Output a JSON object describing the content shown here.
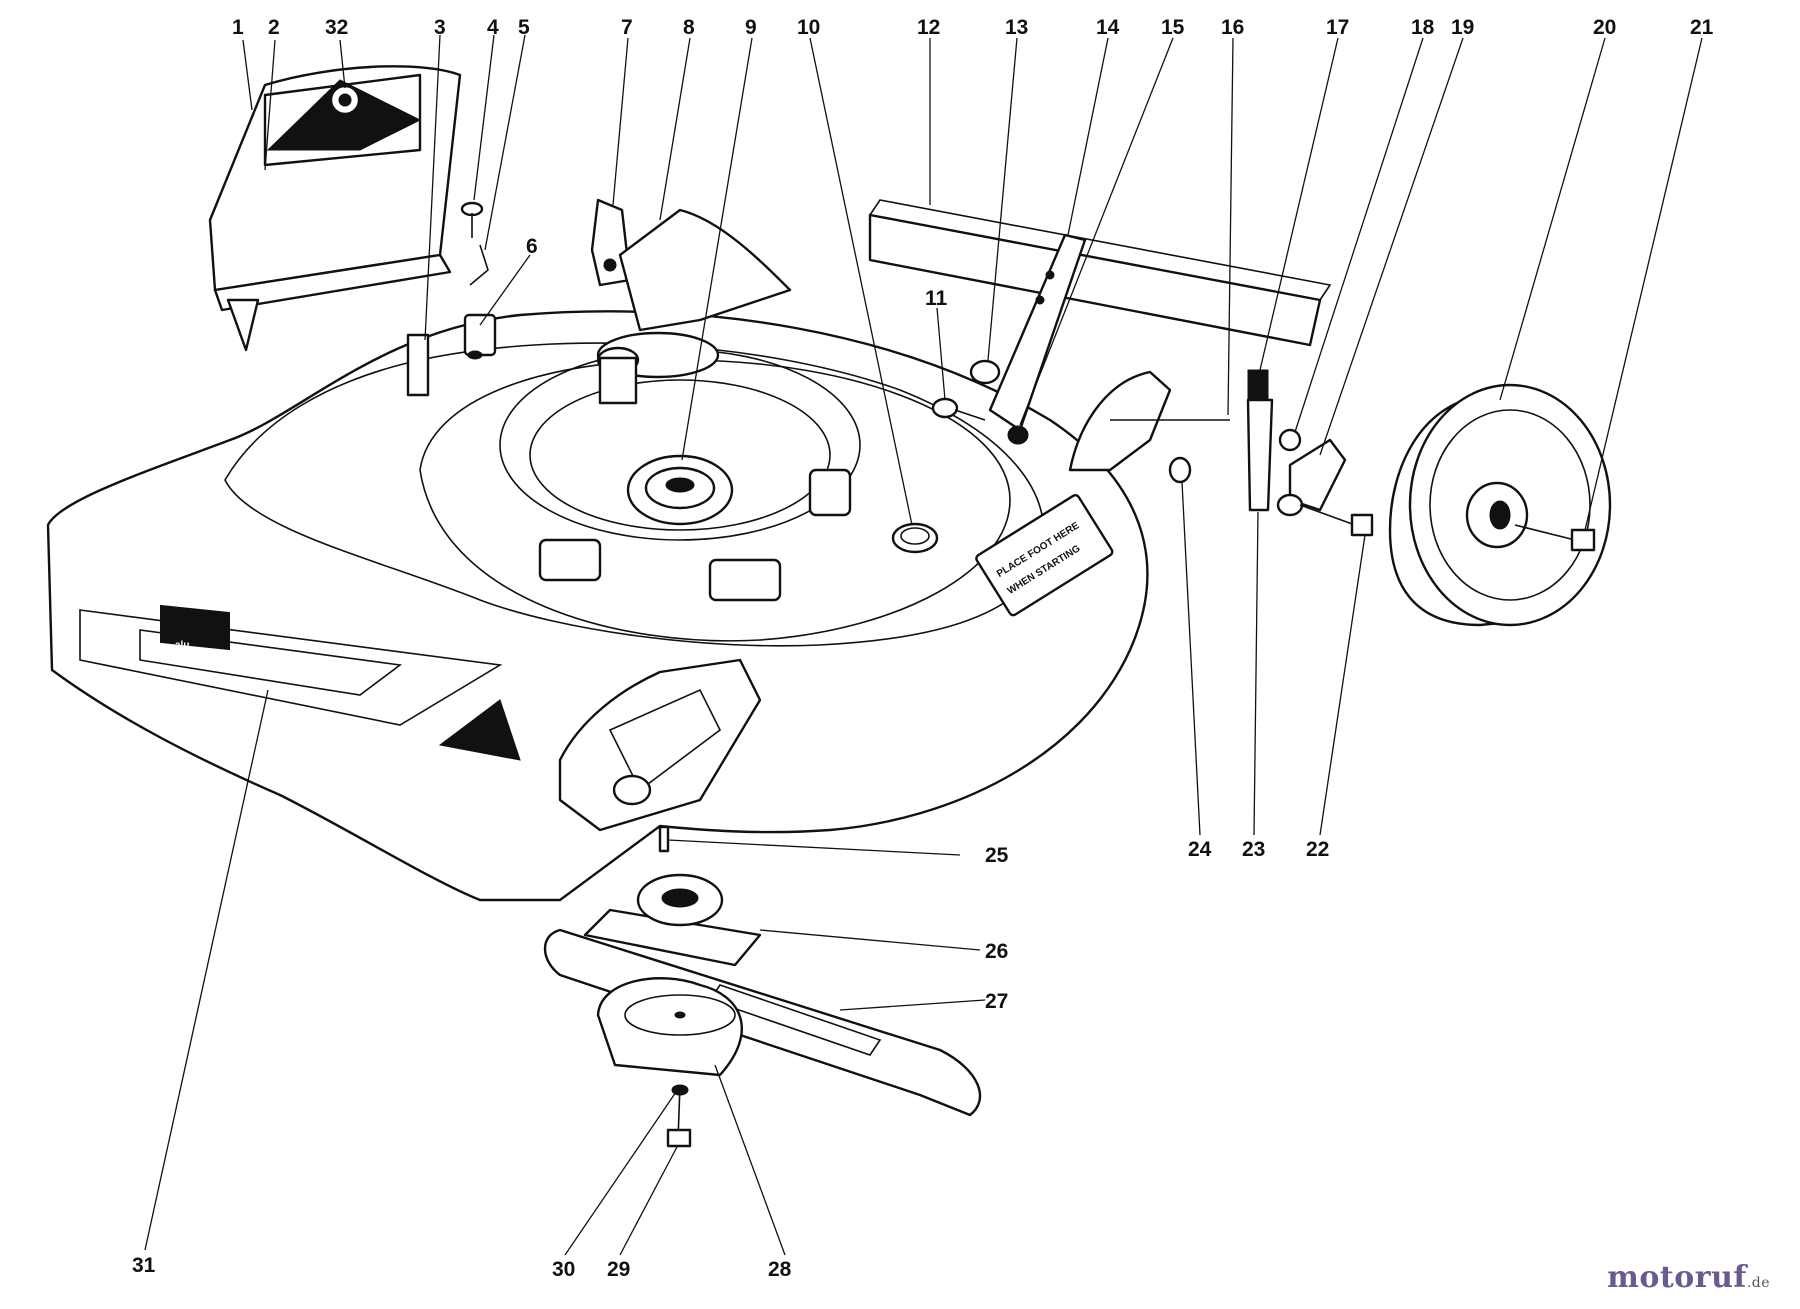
{
  "callouts": [
    {
      "id": "1",
      "label": "1"
    },
    {
      "id": "2",
      "label": "2"
    },
    {
      "id": "32",
      "label": "32"
    },
    {
      "id": "3",
      "label": "3"
    },
    {
      "id": "4",
      "label": "4"
    },
    {
      "id": "5",
      "label": "5"
    },
    {
      "id": "6",
      "label": "6"
    },
    {
      "id": "7",
      "label": "7"
    },
    {
      "id": "8",
      "label": "8"
    },
    {
      "id": "9",
      "label": "9"
    },
    {
      "id": "10",
      "label": "10"
    },
    {
      "id": "11",
      "label": "11"
    },
    {
      "id": "12",
      "label": "12"
    },
    {
      "id": "13",
      "label": "13"
    },
    {
      "id": "14",
      "label": "14"
    },
    {
      "id": "15",
      "label": "15"
    },
    {
      "id": "16",
      "label": "16"
    },
    {
      "id": "17",
      "label": "17"
    },
    {
      "id": "18",
      "label": "18"
    },
    {
      "id": "19",
      "label": "19"
    },
    {
      "id": "20",
      "label": "20"
    },
    {
      "id": "21",
      "label": "21"
    },
    {
      "id": "22",
      "label": "22"
    },
    {
      "id": "23",
      "label": "23"
    },
    {
      "id": "24",
      "label": "24"
    },
    {
      "id": "25",
      "label": "25"
    },
    {
      "id": "26",
      "label": "26"
    },
    {
      "id": "27",
      "label": "27"
    },
    {
      "id": "28",
      "label": "28"
    },
    {
      "id": "29",
      "label": "29"
    },
    {
      "id": "30",
      "label": "30"
    },
    {
      "id": "31",
      "label": "31"
    }
  ],
  "decal_text": {
    "foot_line1": "PLACE FOOT HERE",
    "foot_line2": "WHEN STARTING",
    "brand": "alu"
  },
  "watermark": {
    "text_main": "motoruf",
    "text_tld": ".de"
  }
}
